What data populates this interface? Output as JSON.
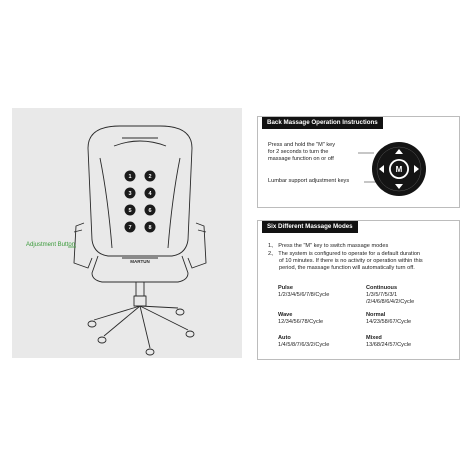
{
  "chair": {
    "buttons": [
      "1",
      "2",
      "3",
      "4",
      "5",
      "6",
      "7",
      "8"
    ],
    "brand": "MARTUN",
    "adjustment_label": "Adjustment Button"
  },
  "instructions": {
    "title": "Back Massage Operation Instructions",
    "line1": "Press and hold the \"M\" key",
    "line2": "for 2 seconds to turn the",
    "line3": "massage function on or off",
    "lumbar": "Lumbar support adjustment keys",
    "remote_center": "M"
  },
  "modes": {
    "title": "Six Different Massage Modes",
    "step1": "1、 Press the \"M\" key to switch massage modes",
    "step2a": "2、 The system is configured to operate for a default duration",
    "step2b": "of 10 minutes. If there is no activity or operation within this",
    "step2c": "period, the massage function will automatically turn off.",
    "items": [
      {
        "name": "Pulse",
        "seq": [
          "1/2/3/4/5/6/7/8/Cycle"
        ]
      },
      {
        "name": "Continuous",
        "seq": [
          "1/3/5/7/5/3/1",
          "/2/4/6/8/6/4/2/Cycle"
        ]
      },
      {
        "name": "Wave",
        "seq": [
          "12/34/56/78/Cycle"
        ]
      },
      {
        "name": "Normal",
        "seq": [
          "14/23/58/67/Cycle"
        ]
      },
      {
        "name": "Auto",
        "seq": [
          "1/4/5/8/7/6/3/2/Cycle"
        ]
      },
      {
        "name": "Mixed",
        "seq": [
          "13/68/24/57/Cycle"
        ]
      }
    ]
  }
}
